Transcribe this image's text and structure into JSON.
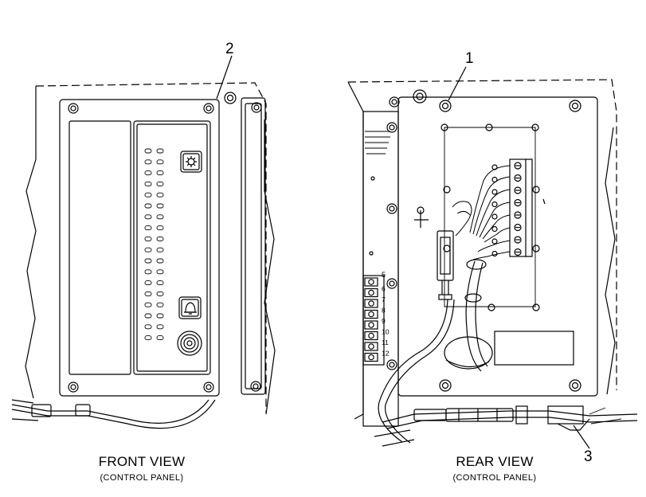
{
  "callouts": {
    "c1": "1",
    "c2": "2",
    "c3": "3"
  },
  "front": {
    "title": "FRONT VIEW",
    "subtitle": "(CONTROL PANEL)"
  },
  "rear": {
    "title": "REAR VIEW",
    "subtitle": "(CONTROL PANEL)"
  },
  "terminals": [
    "5",
    "6",
    "7",
    "8",
    "9",
    "10",
    "11",
    "12"
  ],
  "colors": {
    "ink": "#000000",
    "paper": "#ffffff"
  }
}
